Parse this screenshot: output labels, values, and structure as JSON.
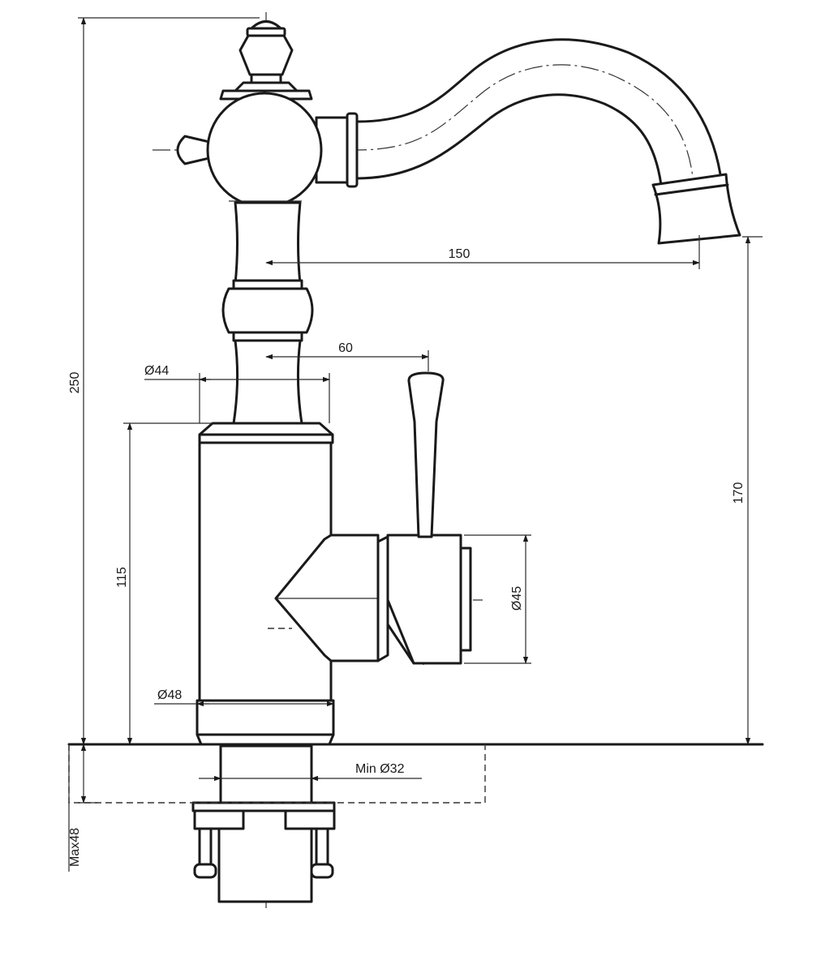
{
  "dimensions": {
    "total_height": "250",
    "spout_reach": "150",
    "handle_offset": "60",
    "neck_diameter": "Ø44",
    "body_height": "115",
    "spout_height": "170",
    "handle_diameter": "Ø45",
    "base_diameter": "Ø48",
    "hole_diameter": "Min Ø32",
    "deck_thickness": "Max48"
  },
  "colors": {
    "ink": "#1a1a1a",
    "background": "#ffffff"
  }
}
